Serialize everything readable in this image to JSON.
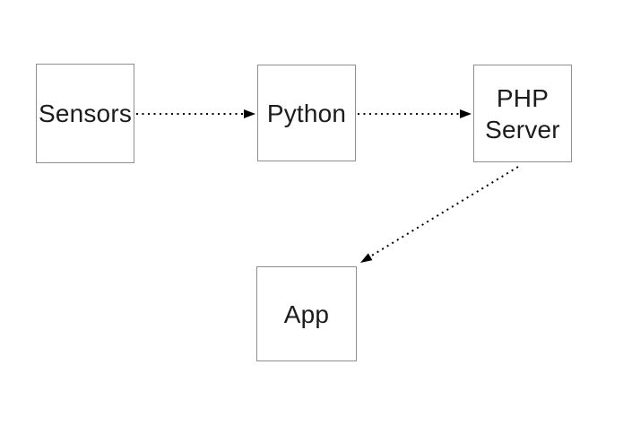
{
  "diagram": {
    "background_color": "#ffffff",
    "box_border_color": "#8e8e8e",
    "box_fill_color": "#ffffff",
    "text_color": "#1c1c1c",
    "arrow_color": "#000000",
    "arrow_style": "dotted",
    "nodes": [
      {
        "id": "sensors",
        "label": "Sensors"
      },
      {
        "id": "python",
        "label": "Python"
      },
      {
        "id": "php-server",
        "label": "PHP Server"
      },
      {
        "id": "app",
        "label": "App"
      }
    ],
    "edges": [
      {
        "from": "sensors",
        "to": "python",
        "style": "dotted-arrow",
        "direction": "right"
      },
      {
        "from": "python",
        "to": "php-server",
        "style": "dotted-arrow",
        "direction": "right"
      },
      {
        "from": "php-server",
        "to": "app",
        "style": "dotted-arrow",
        "direction": "down-left"
      }
    ]
  }
}
